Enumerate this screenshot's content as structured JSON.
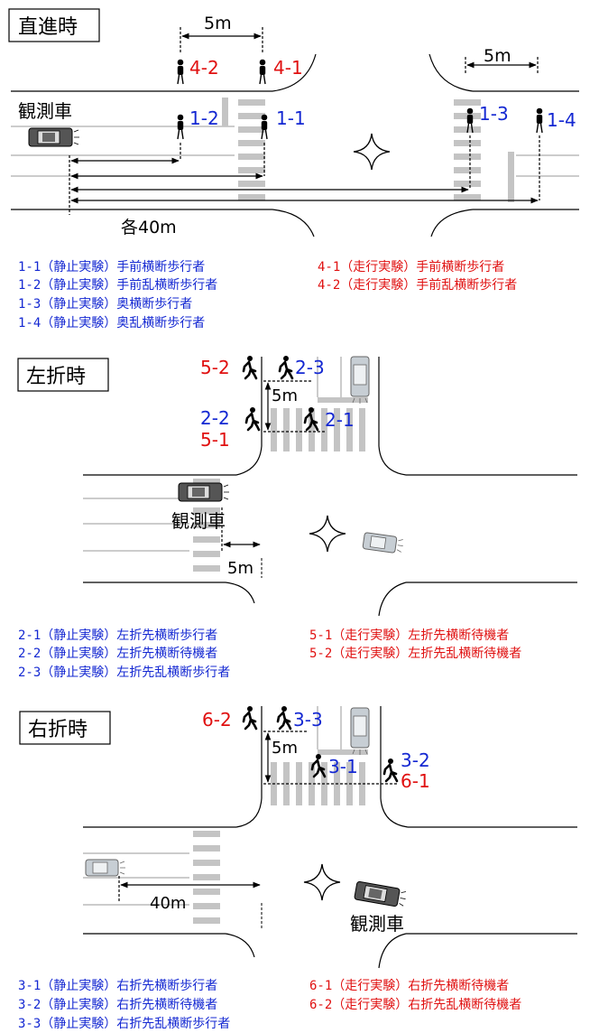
{
  "colors": {
    "blue": "#1428d2",
    "red": "#e01010",
    "black": "#000000",
    "stripe": "#c4c4c4",
    "car": "#555555",
    "car_light": "#bfc6cc"
  },
  "s1": {
    "title": "直進時",
    "car_label": "観測車",
    "dist_top": "5m",
    "dist_top2": "5m",
    "dist_bottom": "各40m",
    "peds": [
      "4-2",
      "4-1",
      "1-2",
      "1-1",
      "1-3",
      "1-4"
    ],
    "legend_left": [
      "1-1（静止実験）手前横断歩行者",
      "1-2（静止実験）手前乱横断歩行者",
      "1-3（静止実験）奥横断歩行者",
      "1-4（静止実験）奥乱横断歩行者"
    ],
    "legend_right": [
      "4-1（走行実験）手前横断歩行者",
      "4-2（走行実験）手前乱横断歩行者"
    ]
  },
  "s2": {
    "title": "左折時",
    "car_label": "観測車",
    "dist_v": "5m",
    "dist_h": "5m",
    "peds": [
      "5-2",
      "2-3",
      "2-2",
      "5-1",
      "2-1"
    ],
    "legend_left": [
      "2-1（静止実験）左折先横断歩行者",
      "2-2（静止実験）左折先横断待機者",
      "2-3（静止実験）左折先乱横断歩行者"
    ],
    "legend_right": [
      "5-1（走行実験）左折先横断待機者",
      "5-2（走行実験）左折先乱横断待機者"
    ]
  },
  "s3": {
    "title": "右折時",
    "car_label": "観測車",
    "dist_v": "5m",
    "dist_h": "40m",
    "peds": [
      "6-2",
      "3-3",
      "3-1",
      "3-2",
      "6-1"
    ],
    "legend_left": [
      "3-1（静止実験）右折先横断歩行者",
      "3-2（静止実験）右折先横断待機者",
      "3-3（静止実験）右折先乱横断歩行者"
    ],
    "legend_right": [
      "6-1（走行実験）右折先横断待機者",
      "6-2（走行実験）右折先乱横断待機者"
    ]
  }
}
